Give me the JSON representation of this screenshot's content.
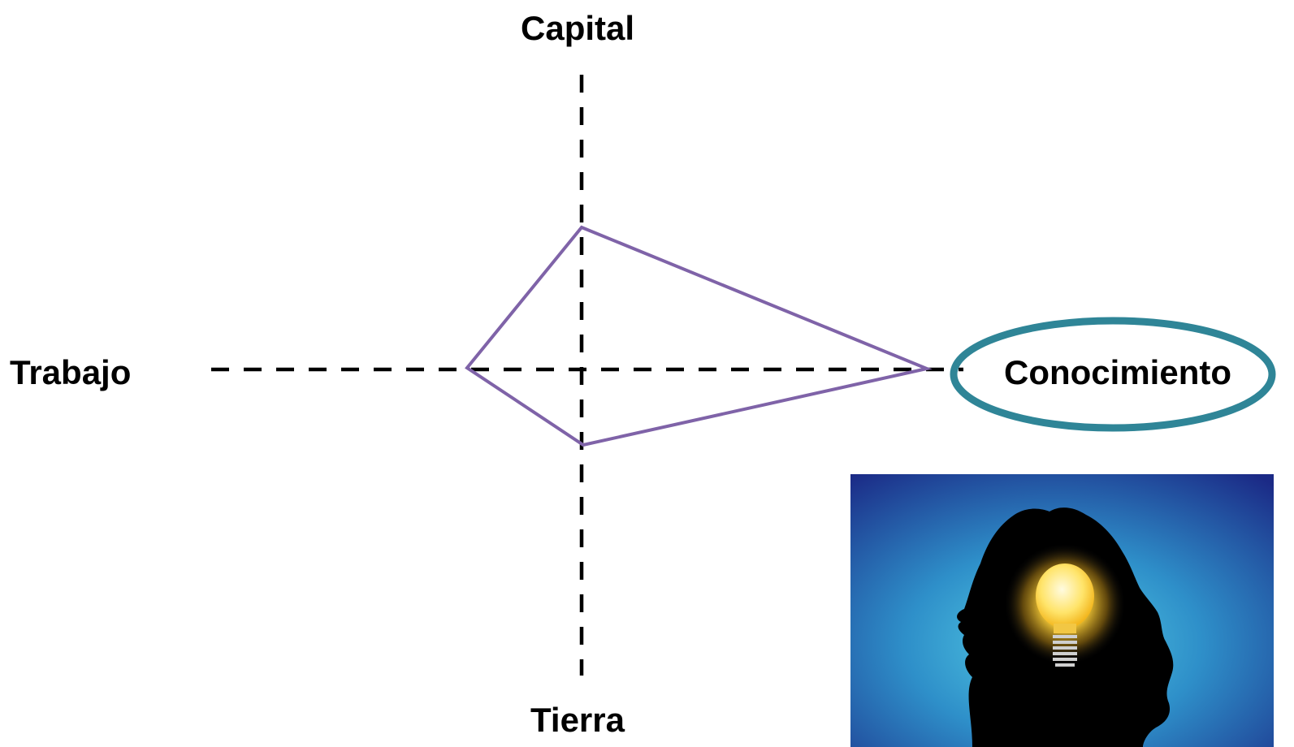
{
  "axes": {
    "top": "Capital",
    "left": "Trabajo",
    "bottom": "Tierra",
    "right": "Conocimiento"
  },
  "colors": {
    "axis_line": "#000000",
    "shape_outline": "#7f63a8",
    "highlight_ellipse": "#2f8597",
    "photo_bg_dark": "#1b2a86",
    "photo_bg_light": "#3fb7d6",
    "bulb_glow": "#ffd33a"
  },
  "image": {
    "subject": "head-silhouette-with-lightbulb"
  }
}
